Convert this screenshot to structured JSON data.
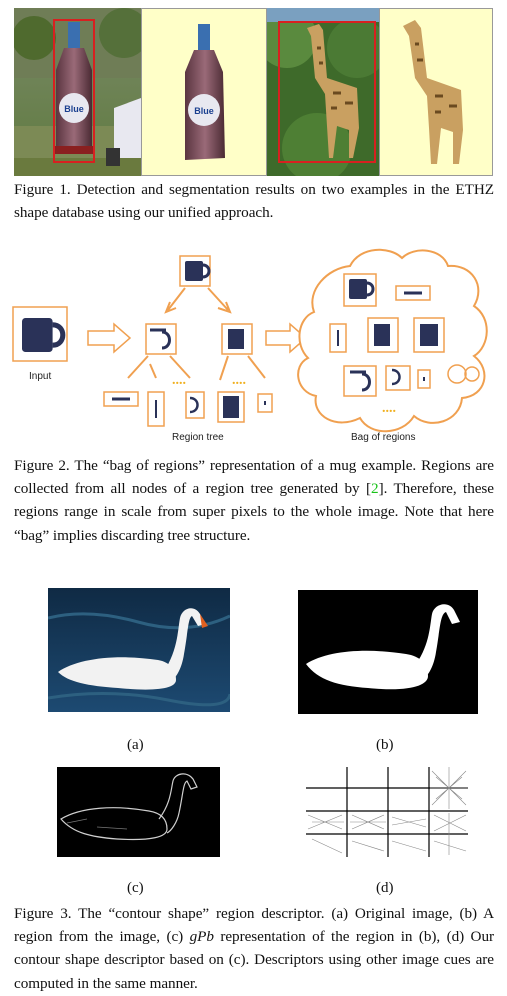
{
  "figure1": {
    "caption": "Figure 1. Detection and segmentation results on two examples in the ETHZ shape database using our unified approach.",
    "bottle_label": "Blue"
  },
  "figure2": {
    "caption_before": "Figure 2. The “bag of regions” representation of a mug example. Regions are collected from all nodes of a region tree generated by [",
    "citation": "2",
    "caption_after": "]. Therefore, these regions range in scale from super pixels to the whole image. Note that here “bag” implies discarding tree structure.",
    "input_label": "Input",
    "region_tree_label": "Region tree",
    "bag_label": "Bag of regions"
  },
  "figure3": {
    "label_a": "(a)",
    "label_b": "(b)",
    "label_c": "(c)",
    "label_d": "(d)",
    "caption_1": "Figure 3. The “contour shape” region descriptor. (a) Original image, (b) A region from the image, (c)",
    "caption_gpb": "gPb",
    "caption_2": "representation of the region in (b), (d) Our contour shape descriptor based on (c). Descriptors using other image cues are computed in the same manner."
  },
  "colors": {
    "orange": "#f0a050",
    "detection_red": "#d82020",
    "highlight_bg": "#ffffc8",
    "citation_green": "#19c219"
  }
}
